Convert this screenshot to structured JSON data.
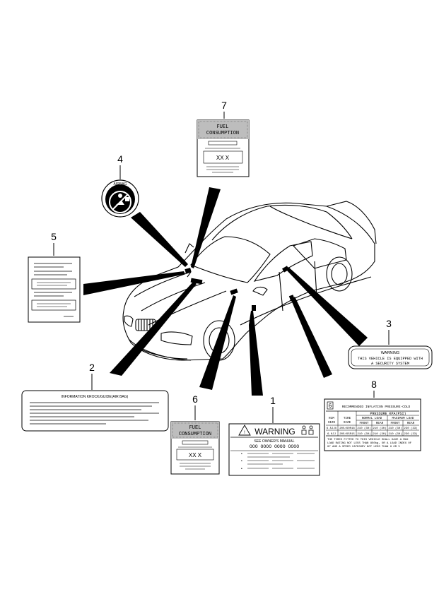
{
  "callouts": [
    "1",
    "2",
    "3",
    "4",
    "5",
    "6",
    "7",
    "8"
  ],
  "label1": {
    "title": "WARNING",
    "subtitle": "SEE OWNER'S MANUAL",
    "circles": "OOO OOOO OOOO OOOO"
  },
  "label2": {
    "title": "INFORMATION KROCK/GUIDE(AIR BAG)"
  },
  "label3": {
    "heading": "WARNING",
    "line1": "THIS VEHICLE IS EQUIPPED WITH",
    "line2": "A SECURITY SYSTEM"
  },
  "label4": {
    "ring_text": "AIRBAG"
  },
  "label6": {
    "line1": "FUEL",
    "line2": "CONSUMPTION",
    "value": "XX X"
  },
  "label7": {
    "line1": "FUEL",
    "line2": "CONSUMPTION",
    "value": "XX X"
  },
  "label8": {
    "badge": "6",
    "title": "RECOMMENDED INFLATION PRESSURE-COLD",
    "col_rim": "RIM",
    "col_rim2": "SIZE",
    "col_tire": "TIRE",
    "col_tire2": "SIZE",
    "col_pressure": "PRESSURE KPA(PSI)",
    "col_normal": "NORMAL LOAD",
    "col_max": "MAXIMUM LOAD",
    "col_front": "FRONT",
    "col_rear": "REAR",
    "col_front2": "FRONT",
    "col_rear2": "REAR",
    "rows": [
      [
        "6.5JJX",
        "205/60R16",
        "210 (30)",
        "210 (30)",
        "210 (30)",
        "230 (33)"
      ],
      [
        "6.0JJ",
        "205/65R15",
        "210 (30)",
        "210 (30)",
        "210 (30)",
        "230 (33)"
      ]
    ],
    "note1": "THE TIRES FITTED TO THIS VEHICLE SHALL HAVE A MAX",
    "note2": "LOAD RATING NOT LESS THAN 850kg, OR A LOAD INDEX OF",
    "note3": "97 AND A SPEED CATEGORY NOT LESS THAN H OR V"
  },
  "colors": {
    "ink": "#000000",
    "paper": "#ffffff",
    "shade": "#bdbdbd"
  }
}
